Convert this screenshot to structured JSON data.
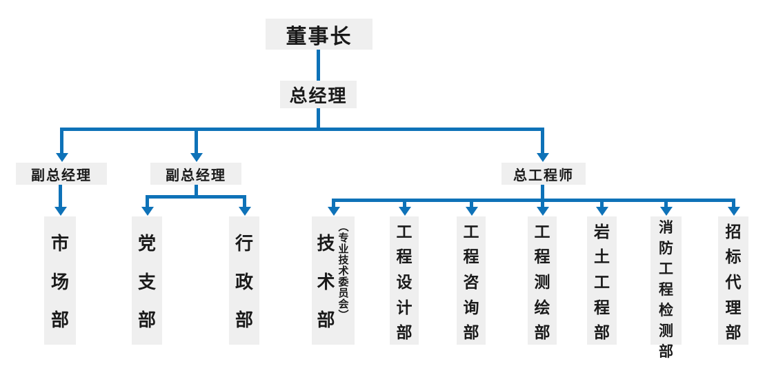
{
  "palette": {
    "bg": "#ffffff",
    "box": "#efefef",
    "text": "#1a1a1a",
    "line": "#0e72b8"
  },
  "chart": {
    "type": "org-chart",
    "chairman": "董事长",
    "general_manager": "总经理",
    "level3": [
      {
        "label": "副总经理"
      },
      {
        "label": "副总经理"
      },
      {
        "label": "总工程师"
      }
    ],
    "departments": [
      {
        "label": "市场部",
        "parent": "副总经理"
      },
      {
        "label": "党支部",
        "parent": "副总经理"
      },
      {
        "label": "行政部",
        "parent": "副总经理"
      },
      {
        "label": "技术部",
        "sublabel": "（专业技术委员会）",
        "parent": "总工程师"
      },
      {
        "label": "工程设计部",
        "parent": "总工程师"
      },
      {
        "label": "工程咨询部",
        "parent": "总工程师"
      },
      {
        "label": "工程测绘部",
        "parent": "总工程师"
      },
      {
        "label": "岩土工程部",
        "parent": "总工程师"
      },
      {
        "label": "消防工程检测部",
        "parent": "总工程师"
      },
      {
        "label": "招标代理部",
        "parent": "总工程师"
      }
    ]
  }
}
